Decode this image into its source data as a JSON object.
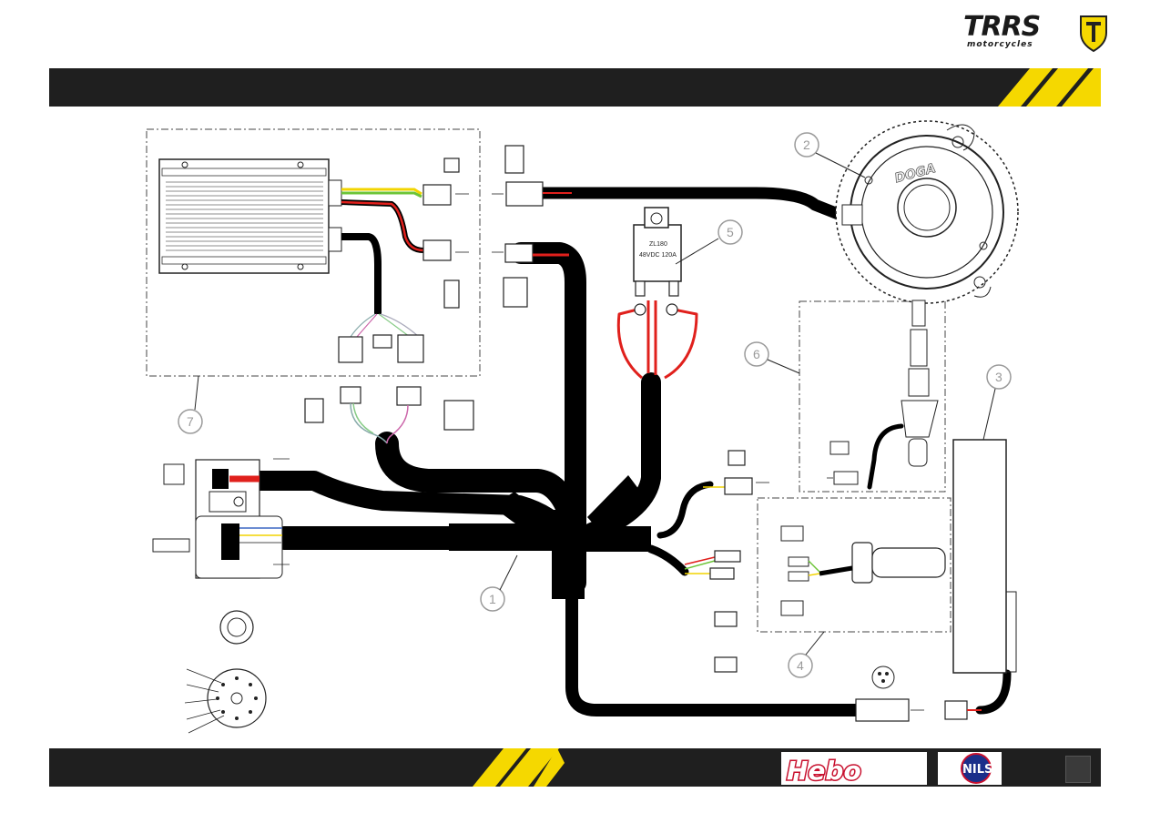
{
  "header": {
    "brand_name": "TRRS",
    "brand_tagline": "motorcycles"
  },
  "motor": {
    "brand_label": "DOGA"
  },
  "relay": {
    "line1": "ZL180",
    "line2": "48VDC 120A"
  },
  "callouts": [
    "1",
    "2",
    "3",
    "4",
    "5",
    "6",
    "7"
  ],
  "sponsors": {
    "hebo": "Hebo",
    "nils": "NILS"
  },
  "colors": {
    "bar": "#1f1f1f",
    "accent_yellow": "#f5d800",
    "cable": "#000000",
    "wire_red": "#e0201c",
    "wire_green": "#6cc437",
    "wire_yellow": "#f2d400",
    "wire_blue": "#3a66c4",
    "callout_gray": "#9a9a9a"
  }
}
